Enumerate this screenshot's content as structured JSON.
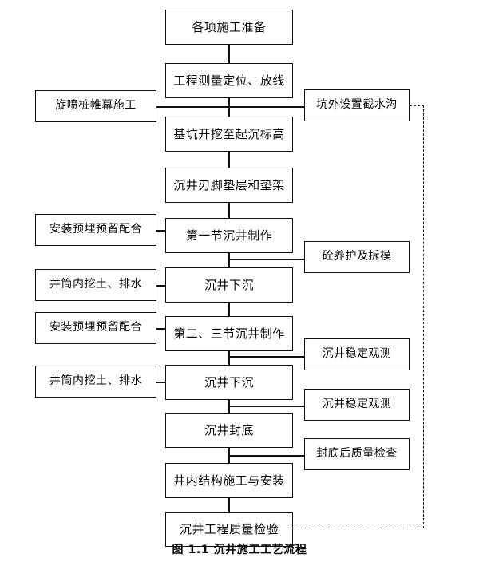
{
  "figure": {
    "caption": "图 1.1  沉井施工工艺流程",
    "caption_number": "图 1.1",
    "caption_title": "沉井施工工艺流程"
  },
  "main_flow": [
    {
      "id": "prep",
      "label": "各项施工准备"
    },
    {
      "id": "survey",
      "label": "工程测量定位、放线"
    },
    {
      "id": "excavate",
      "label": "基坑开挖至起沉标高"
    },
    {
      "id": "cushion",
      "label": "沉井刃脚垫层和垫架"
    },
    {
      "id": "caisson1",
      "label": "第一节沉井制作"
    },
    {
      "id": "sink1",
      "label": "沉井下沉"
    },
    {
      "id": "caisson23",
      "label": "第二、三节沉井制作"
    },
    {
      "id": "sink2",
      "label": "沉井下沉"
    },
    {
      "id": "seal",
      "label": "沉井封底"
    },
    {
      "id": "structure",
      "label": "井内结构施工与安装"
    },
    {
      "id": "inspection",
      "label": "沉井工程质量检验"
    }
  ],
  "left_aux": [
    {
      "id": "jet-grout",
      "label": "旋喷桩帷幕施工"
    },
    {
      "id": "embed-1",
      "label": "安装预埋预留配合"
    },
    {
      "id": "dig-drain-1",
      "label": "井筒内挖土、排水"
    },
    {
      "id": "embed-2",
      "label": "安装预埋预留配合"
    },
    {
      "id": "dig-drain-2",
      "label": "井筒内挖土、排水"
    }
  ],
  "right_aux": [
    {
      "id": "ditch",
      "label": "坑外设置截水沟"
    },
    {
      "id": "curing",
      "label": "砼养护及拆模"
    },
    {
      "id": "monitor-1",
      "label": "沉井稳定观测"
    },
    {
      "id": "monitor-2",
      "label": "沉井稳定观测"
    },
    {
      "id": "seal-check",
      "label": "封底后质量检查"
    }
  ],
  "colors": {
    "ink": "#121212",
    "paper": "#ffffff"
  }
}
